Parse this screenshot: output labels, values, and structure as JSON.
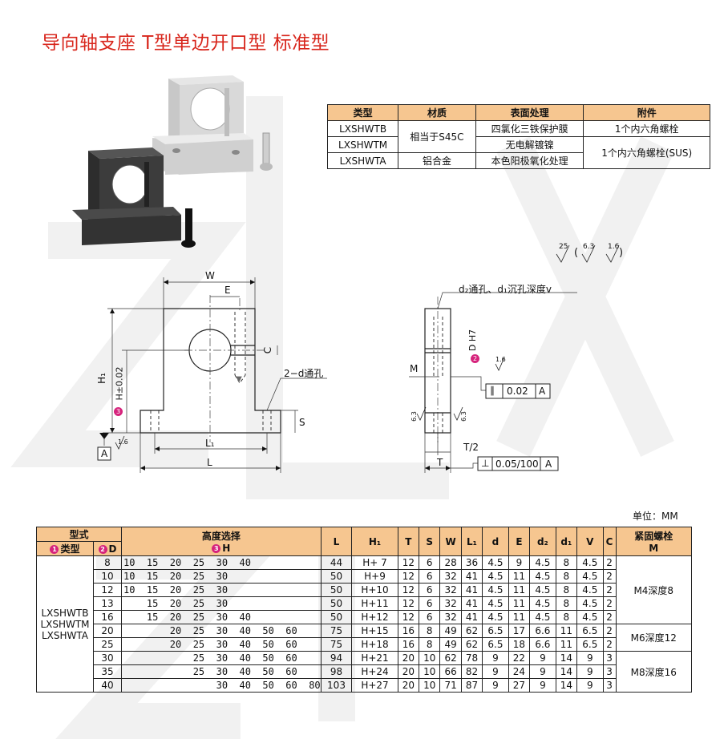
{
  "title": "导向轴支座 T型单边开口型 标准型",
  "material_table": {
    "headers": [
      "类型",
      "材质",
      "表面处理",
      "附件"
    ],
    "rows": [
      {
        "type": "LXSHWTB",
        "surface": "四氯化三铁保护膜",
        "accessory": "1个内六角螺栓"
      },
      {
        "type": "LXSHWTM",
        "surface": "无电解镀镍"
      },
      {
        "type": "LXSHWTA",
        "material": "铝合金",
        "surface": "本色阳极氧化处理"
      }
    ],
    "material_shared": "相当于S45C",
    "accessory_shared": "1个内六角螺栓(SUS)"
  },
  "drawing": {
    "W": "W",
    "E": "E",
    "C": "C",
    "H1": "H₁",
    "H_tol": "H±0.02",
    "H_num": "3",
    "L1": "L₁",
    "L": "L",
    "S": "S",
    "A": "A",
    "hole_note": "2−d通孔",
    "roughness_small": "1.6",
    "roughness_set": [
      "25",
      "6.3",
      "1.6"
    ],
    "side_note": "d₂通孔、d₁沉孔深度v",
    "M": "M",
    "D_num": "2",
    "D_label": "D H7",
    "parallel": "0.02",
    "perp": "0.05/100",
    "T2": "T/2",
    "T": "T",
    "r63a": "6.3",
    "r63b": "6.3",
    "r16b": "1.6"
  },
  "unit": "单位：MM",
  "spec_table": {
    "h_type": "型式",
    "h_height": "高度选择",
    "h_bolt": "紧固螺栓",
    "h_bolt_sub": "M",
    "sub_type_num": "1",
    "sub_type": "类型",
    "sub_d_num": "2",
    "sub_d": "D",
    "sub_h_num": "3",
    "sub_h": "H",
    "cols": [
      "L",
      "H₁",
      "T",
      "S",
      "W",
      "L₁",
      "d",
      "E",
      "d₂",
      "d₁",
      "V",
      "C"
    ],
    "types": [
      "LXSHWTB",
      "LXSHWTM",
      "LXSHWTA"
    ],
    "bolts": [
      "M4深度8",
      "M6深度12",
      "M8深度16"
    ],
    "rows": [
      {
        "D": "8",
        "H": "10  15  20  25  30  40",
        "v": [
          "44",
          "H+ 7",
          "12",
          "6",
          "28",
          "36",
          "4.5",
          "9",
          "4.5",
          "8",
          "4.5",
          "2"
        ]
      },
      {
        "D": "10",
        "H": "10  15  20  25  30",
        "v": [
          "50",
          "H+9",
          "12",
          "6",
          "32",
          "41",
          "4.5",
          "11",
          "4.5",
          "8",
          "4.5",
          "2"
        ]
      },
      {
        "D": "12",
        "H": "10  15  20  25  30",
        "v": [
          "50",
          "H+10",
          "12",
          "6",
          "32",
          "41",
          "4.5",
          "11",
          "4.5",
          "8",
          "4.5",
          "2"
        ]
      },
      {
        "D": "13",
        "H": "    15  20  25  30",
        "v": [
          "50",
          "H+11",
          "12",
          "6",
          "32",
          "41",
          "4.5",
          "11",
          "4.5",
          "8",
          "4.5",
          "2"
        ]
      },
      {
        "D": "16",
        "H": "    15  20  25  30  40",
        "v": [
          "50",
          "H+12",
          "12",
          "6",
          "32",
          "41",
          "4.5",
          "11",
          "4.5",
          "8",
          "4.5",
          "2"
        ]
      },
      {
        "D": "20",
        "H": "        20  25  30  40  50  60",
        "v": [
          "75",
          "H+15",
          "16",
          "8",
          "49",
          "62",
          "6.5",
          "17",
          "6.6",
          "11",
          "6.5",
          "2"
        ]
      },
      {
        "D": "25",
        "H": "        20  25  30  40  50  60",
        "v": [
          "75",
          "H+18",
          "16",
          "8",
          "49",
          "62",
          "6.5",
          "18",
          "6.6",
          "11",
          "6.5",
          "2"
        ]
      },
      {
        "D": "30",
        "H": "            25  30  40  50  60",
        "v": [
          "94",
          "H+21",
          "20",
          "10",
          "62",
          "78",
          "9",
          "22",
          "9",
          "14",
          "9",
          "3"
        ]
      },
      {
        "D": "35",
        "H": "            25  30  40  50  60",
        "v": [
          "98",
          "H+24",
          "20",
          "10",
          "66",
          "82",
          "9",
          "24",
          "9",
          "14",
          "9",
          "3"
        ]
      },
      {
        "D": "40",
        "H": "                30  40  50  60  80",
        "v": [
          "103",
          "H+27",
          "20",
          "10",
          "71",
          "87",
          "9",
          "27",
          "9",
          "14",
          "9",
          "3"
        ]
      }
    ]
  }
}
